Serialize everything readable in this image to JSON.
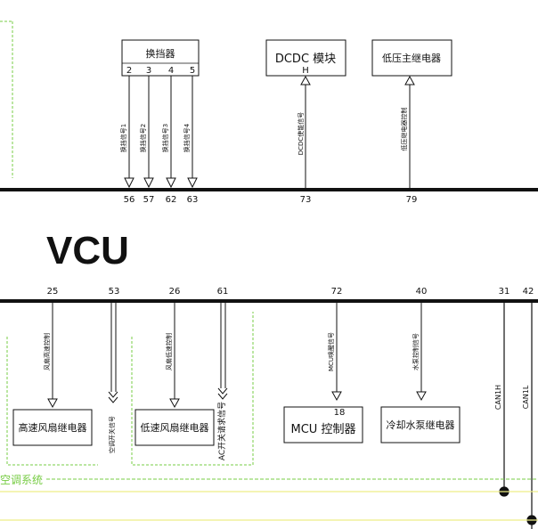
{
  "colors": {
    "line": "#111111",
    "green": "#77cc44",
    "yellow": "#eeee88",
    "bus_dot": "#111111"
  },
  "controller": {
    "title": "VCU"
  },
  "top_modules": {
    "switch_box": {
      "title": "换挡器",
      "pins": [
        "2",
        "3",
        "4",
        "5"
      ],
      "signals": [
        "换挡信号1",
        "换挡信号2",
        "换挡信号3",
        "换挡信号4"
      ]
    },
    "dcdc": {
      "title": "DCDC 模块",
      "pin": "H",
      "signal": "DCDC使能信号"
    },
    "lv_relay": {
      "title": "低压主继电器",
      "signal": "低压继电器控制"
    }
  },
  "top_bus_pins": [
    "56",
    "57",
    "62",
    "63",
    "73",
    "79"
  ],
  "bottom_bus_pins": [
    "25",
    "53",
    "26",
    "61",
    "72",
    "40",
    "31",
    "42"
  ],
  "bottom_modules": {
    "hs_fan_relay": {
      "title": "高速风扇继电器",
      "signal": "风扇高速控制"
    },
    "ac_request": {
      "label": "空调开关信号"
    },
    "ls_fan_relay": {
      "title": "低速风扇继电器",
      "signal": "风扇低速控制"
    },
    "ac_pressure": {
      "label": "AC开关请求信号"
    },
    "mcu": {
      "title": "MCU 控制器",
      "pin": "18",
      "signal": "MCU唤醒信号"
    },
    "pump_relay": {
      "title": "冷却水泵继电器",
      "signal": "水泵控制信号"
    },
    "can": {
      "high": "CAN1H",
      "low": "CAN1L"
    }
  },
  "footer": {
    "system_label": "空调系统"
  }
}
